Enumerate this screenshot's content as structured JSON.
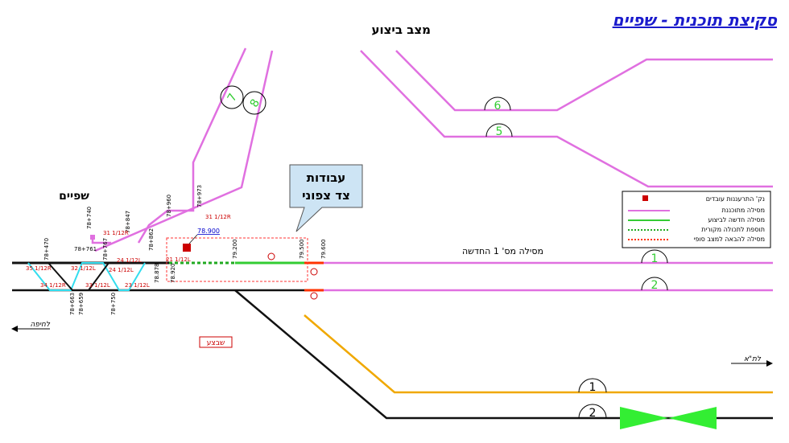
{
  "title": "סקיצת תוכנית - שפיים",
  "planned_state_label": "מצב ביצוע",
  "station_name": "שפיים",
  "callout": {
    "line1": "עבודות",
    "line2": "צד צפוני"
  },
  "track1_label": "מסילה מס' 1 החדשה",
  "dir_west": "לחיפה",
  "dir_east": "לת\"א",
  "stage_stamp": "שבצע",
  "worker_point_value": "78.900",
  "legend": [
    {
      "label": "נק' התרעננות עובדים",
      "symbol": "square",
      "color": "#cc0000"
    },
    {
      "label": "מסילה מתוכננת",
      "symbol": "line",
      "color": "#e070e0"
    },
    {
      "label": "מסילה חדשה לביצוע",
      "symbol": "line",
      "color": "#33cc33"
    },
    {
      "label": "תוספת לתכולה מקורית",
      "symbol": "dotted",
      "color": "#22aa22"
    },
    {
      "label": "מסילה להבאה למצב סופי",
      "symbol": "dotted",
      "color": "#ff3300"
    }
  ],
  "track_numbers": [
    "1",
    "2",
    "5",
    "6",
    "7",
    "8",
    "1",
    "2"
  ],
  "km_labels": [
    "79.200",
    "79.500",
    "79.600",
    "78.920",
    "78.878",
    "78+862",
    "78+847",
    "78+740",
    "78+761",
    "78+767",
    "78+470",
    "78+960",
    "78+973",
    "78+663",
    "78+659",
    "78+750"
  ],
  "switch_labels": [
    "35 1/12R",
    "32 1/12L",
    "24 1/12L",
    "31 1/12R",
    "21 1/12L",
    "31 1/12R",
    "34 1/12R",
    "33 1/12L",
    "23 1/12L"
  ],
  "colors": {
    "planned": "#e070e0",
    "new": "#33cc33",
    "existing": "#111111",
    "orange": "#f0a800",
    "cyan": "#33ddee",
    "red": "#cc0000",
    "blue": "#0000cc"
  }
}
